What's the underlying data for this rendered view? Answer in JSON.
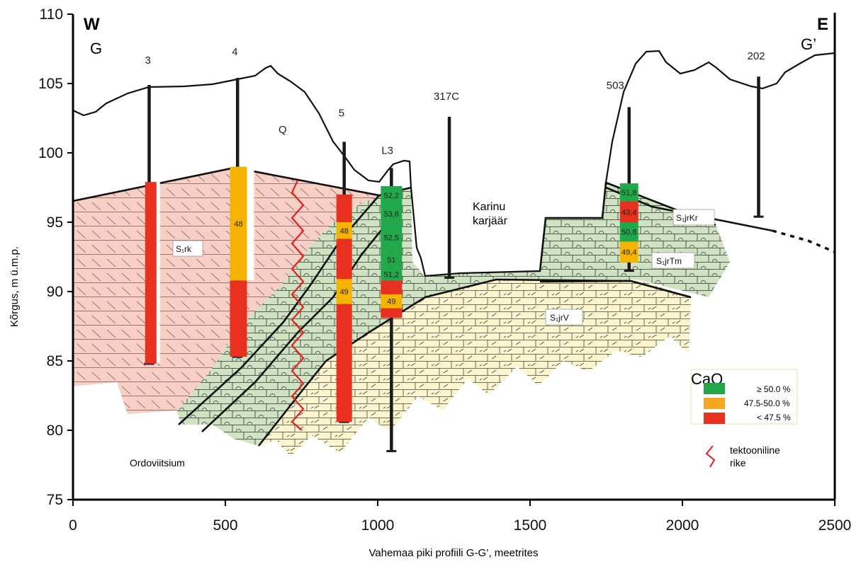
{
  "diagram": {
    "corner_left": "W",
    "corner_right": "E",
    "profile_start": "G",
    "profile_end": "G’",
    "y_axis_label": "Kõrgus, m ü.m.p.",
    "x_axis_label": "Vahemaa piki profiili G-G’, meetrites",
    "y_ticks": [
      "75",
      "80",
      "85",
      "90",
      "95",
      "100",
      "105",
      "110"
    ],
    "x_ticks": [
      "0",
      "500",
      "1000",
      "1500",
      "2000",
      "2500"
    ],
    "x_range": [
      0,
      2500
    ],
    "y_range": [
      75,
      110
    ],
    "area_labels": {
      "quaternary": "Q",
      "quarry": [
        "Karinu",
        "karjäär"
      ],
      "ordovician": "Ordoviitsium"
    },
    "units": {
      "s1rk": "S₁rk",
      "s1jrKr": "S₁jrKr",
      "s1jrTm": "S₁jrTm",
      "s1jrV": "S₁jrV"
    },
    "boreholes": [
      {
        "name": "3",
        "x": 250,
        "top": 104.9,
        "bottom": 84.8
      },
      {
        "name": "4",
        "x": 540,
        "top": 105.4,
        "bottom": 85.3
      },
      {
        "name": "5",
        "x": 890,
        "top": 100.8,
        "bottom": 80.6
      },
      {
        "name": "L3",
        "x": 1045,
        "top": 98.9,
        "bottom": 78.5
      },
      {
        "name": "317C",
        "x": 1235,
        "top": 102.6,
        "bottom": 91.0
      },
      {
        "name": "503",
        "x": 1825,
        "top": 103.3,
        "bottom": 91.5
      },
      {
        "name": "202",
        "x": 2250,
        "top": 105.5,
        "bottom": 95.4
      }
    ],
    "cao_values": {
      "b4": [
        "48"
      ],
      "b5": [
        "48",
        "49"
      ],
      "l3": [
        "52,2",
        "53,6",
        "52,5",
        "51",
        "51,2",
        "49"
      ],
      "b503": [
        "51,8",
        "43,4",
        "50,8",
        "49,4"
      ]
    },
    "legend": {
      "title": "CaO",
      "items": [
        {
          "label": "≥ 50.0 %",
          "color": "#20a84a"
        },
        {
          "label": "47.5-50.0 %",
          "color": "#f5a623"
        },
        {
          "label": "< 47.5 %",
          "color": "#e8301f"
        }
      ],
      "fault": [
        "tektooniline",
        "rike"
      ]
    },
    "colors": {
      "pink": "#f7cfc4",
      "green": "#cfe3c2",
      "yellow": "#fbf4cd",
      "green_cao": "#20a84a",
      "orange_cao": "#f5b400",
      "red_cao": "#e8301f",
      "fault": "#e02020"
    }
  }
}
